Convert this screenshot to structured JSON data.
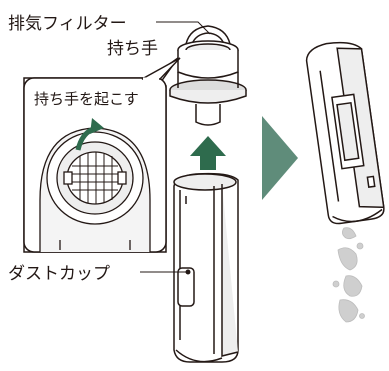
{
  "labels": {
    "filter": "排気フィルター",
    "handle": "持ち手",
    "inset_caption": "持ち手を起こす",
    "dust_cup": "ダストカップ"
  },
  "colors": {
    "line": "#231815",
    "gray_fill": "#eeeeee",
    "dark_gray": "#cfcfcf",
    "green": "#2e6b4d",
    "green_arrow": "#5f8c7a",
    "inset_fill": "#f4f4f4"
  },
  "icons": [
    "up-arrow-icon",
    "right-arrow-icon",
    "lift-arrow-icon"
  ]
}
